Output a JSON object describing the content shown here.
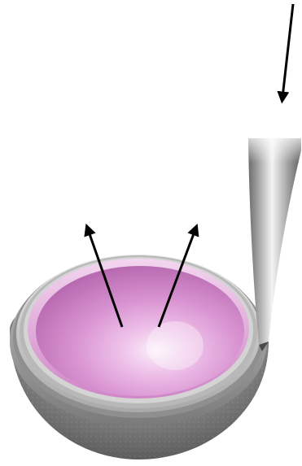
{
  "diagram": {
    "components": [
      {
        "name": "hemispherical-shell",
        "material": "textured-metal"
      },
      {
        "name": "liner-ring"
      },
      {
        "name": "inner-cup",
        "color": "#d78fd0"
      },
      {
        "name": "tapered-insertion-tool",
        "material": "polished-metal"
      }
    ],
    "arrows": [
      {
        "name": "down-arrow",
        "direction": "down-left",
        "target": "tapered-insertion-tool"
      },
      {
        "name": "up-left-arrow",
        "direction": "up-left",
        "origin": "inner-cup"
      },
      {
        "name": "up-right-arrow",
        "direction": "up-right",
        "origin": "inner-cup"
      }
    ],
    "colors": {
      "background": "#ffffff",
      "cup": "#d78fd0",
      "shell": "#8a8a8a",
      "arrow": "#000000"
    }
  }
}
